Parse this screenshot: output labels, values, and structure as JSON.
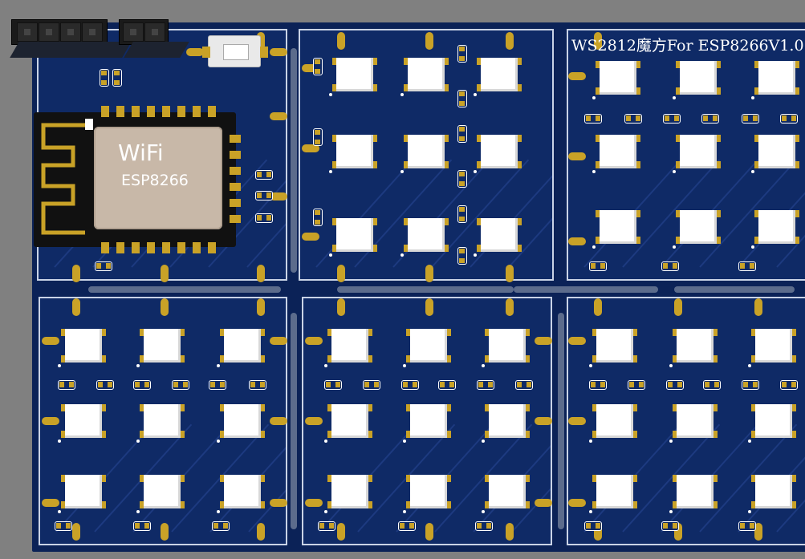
{
  "board": {
    "title": "WS2812魔方For ESP8266V1.0",
    "module_label": "WiFi",
    "chip_label": "ESP8266"
  },
  "colors": {
    "background": "#808080",
    "pcb": "#0f2a66",
    "silkscreen": "#ffffff",
    "pad": "#c9a227",
    "led": "#ffffff"
  },
  "icons": {
    "antenna": "antenna-trace-icon",
    "button": "tact-switch-icon",
    "header": "pin-header-icon"
  },
  "components": {
    "led_grid": "3x3",
    "led_panels": 5
  }
}
